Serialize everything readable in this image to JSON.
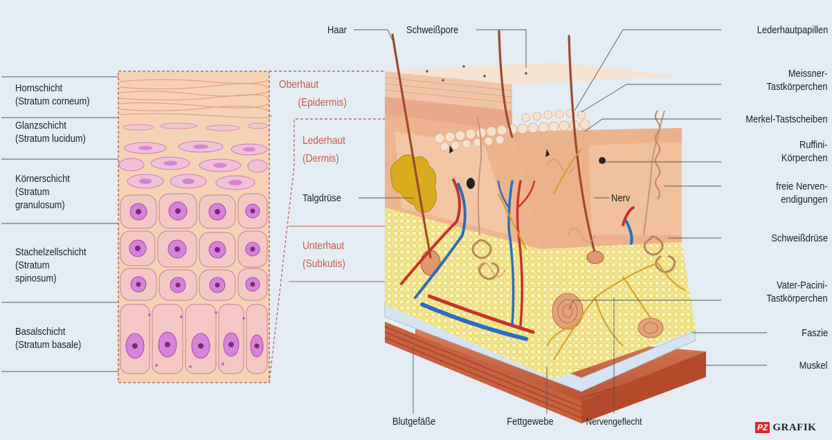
{
  "left_labels": [
    {
      "line1": "Hornschicht",
      "line2": "(Stratum corneum)"
    },
    {
      "line1": "Glanzschicht",
      "line2": "(Stratum lucidum)"
    },
    {
      "line1": "Körnerschicht",
      "line2": "(Stratum",
      "line3": "granulosum)"
    },
    {
      "line1": "Stachelzellschicht",
      "line2": "(Stratum",
      "line3": "spinosum)"
    },
    {
      "line1": "Basalschicht",
      "line2": "(Stratum basale)"
    }
  ],
  "layers": {
    "epidermis": {
      "name": "Oberhaut",
      "latin": "(Epidermis)"
    },
    "dermis": {
      "name": "Lederhaut",
      "latin": "(Dermis)"
    },
    "subcutis": {
      "name": "Unterhaut",
      "latin": "(Subkutis)"
    }
  },
  "top_labels": {
    "haar": "Haar",
    "pore": "Schweißpore"
  },
  "inner_labels": {
    "talg": "Talgdrüse",
    "nerv": "Nerv"
  },
  "bottom_labels": {
    "blut": "Blutgefäße",
    "fett": "Fettgewebe",
    "nervgeflecht": "Nervengeflecht"
  },
  "right_labels": [
    {
      "line1": "Lederhautpapillen"
    },
    {
      "line1": "Meissner-",
      "line2": "Tastkörperchen"
    },
    {
      "line1": "Merkel-Tastscheiben"
    },
    {
      "line1": "Ruffini-",
      "line2": "Körperchen"
    },
    {
      "line1": "freie Nerven-",
      "line2": "endigungen"
    },
    {
      "line1": "Schweißdrüse"
    },
    {
      "line1": "Vater-Pacini-",
      "line2": "Tastkörperchen"
    },
    {
      "line1": "Faszie"
    },
    {
      "line1": "Muskel"
    }
  ],
  "logo": {
    "badge": "PZ",
    "text": "GRAFIK"
  },
  "colors": {
    "background": "#e4edf4",
    "skin_light": "#f6d2b4",
    "skin_mid": "#eeb48e",
    "epidermis_top": "#f7e3d2",
    "cell_purple": "#d683d8",
    "fat_yellow": "#f2e58a",
    "blood_red": "#c8322a",
    "blood_blue": "#2a6cc0",
    "muscle": "#c85a3a",
    "layer_text": "#c85a4a"
  }
}
